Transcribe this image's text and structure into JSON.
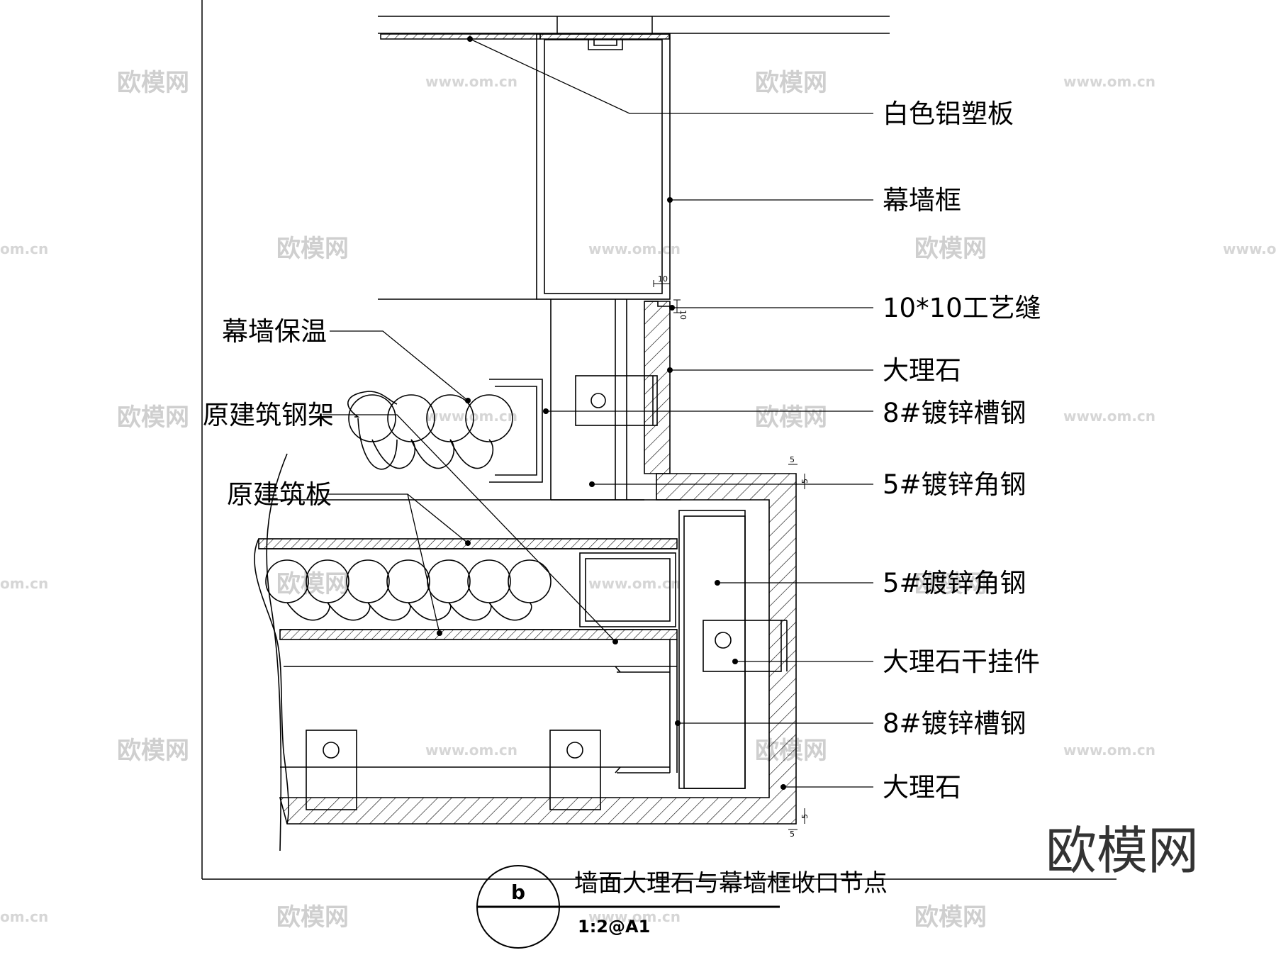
{
  "labels_right": [
    "白色铝塑板",
    "幕墙框",
    "10*10工艺缝",
    "大理石",
    "8#镀锌槽钢",
    "5#镀锌角钢",
    "5#镀锌角钢",
    "大理石干挂件",
    "8#镀锌槽钢",
    "大理石"
  ],
  "labels_left": [
    "幕墙保温",
    "原建筑钢架",
    "原建筑板"
  ],
  "dimensions": {
    "gap_width": "10",
    "gap_height": "10",
    "edge_top_a": "5",
    "edge_top_b": "5",
    "edge_bottom_a": "5",
    "edge_bottom_b": "5"
  },
  "title_block": {
    "mark": "b",
    "title": "墙面大理石与幕墙框收口节点",
    "scale": "1:2@A1"
  },
  "watermark": {
    "brand": "欧模网",
    "url": "www.om.cn",
    "url_short": "om.cn"
  }
}
